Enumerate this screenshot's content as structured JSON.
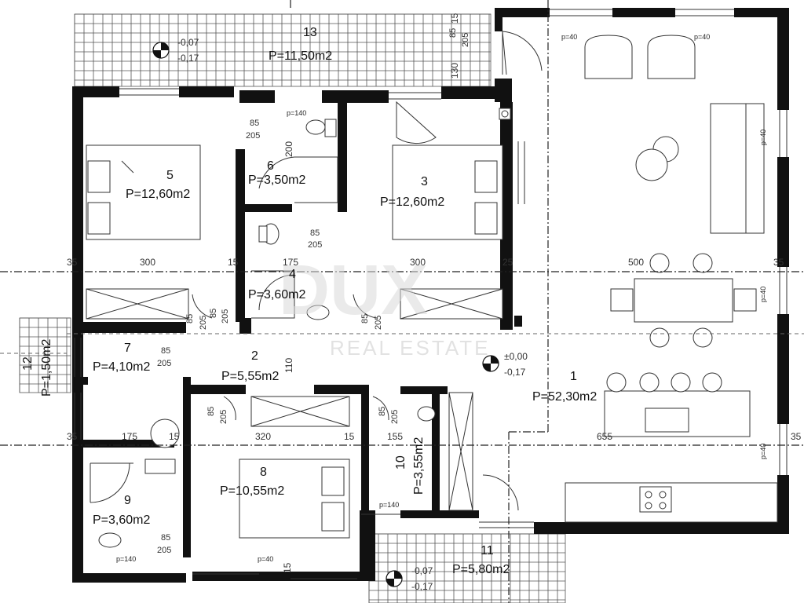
{
  "rooms": [
    {
      "id": "1",
      "area": "P=52,30m2"
    },
    {
      "id": "2",
      "area": "P=5,55m2"
    },
    {
      "id": "3",
      "area": "P=12,60m2"
    },
    {
      "id": "4",
      "area": "P=3,60m2"
    },
    {
      "id": "5",
      "area": "P=12,60m2"
    },
    {
      "id": "6",
      "area": "P=3,50m2"
    },
    {
      "id": "7",
      "area": "P=4,10m2"
    },
    {
      "id": "8",
      "area": "P=10,55m2"
    },
    {
      "id": "9",
      "area": "P=3,60m2"
    },
    {
      "id": "10",
      "area": "P=3,55m2"
    },
    {
      "id": "11",
      "area": "P=5,80m2"
    },
    {
      "id": "12",
      "area": "P=1,50m2"
    },
    {
      "id": "13",
      "area": "P=11,50m2"
    }
  ],
  "levels": {
    "main_top": "±0,00",
    "main_bottom": "-0,17",
    "terrace13_top": "-0,07",
    "terrace13_bottom": "-0,17",
    "terrace11_top": "-0,07",
    "terrace11_bottom": "-0,17"
  },
  "dimensions": {
    "d300a": "300",
    "d300b": "300",
    "d500": "500",
    "d320": "320",
    "d175a": "175",
    "d175b": "175",
    "d655": "655",
    "d155": "155",
    "d200": "200",
    "d110": "110",
    "d35a": "35",
    "d35b": "35",
    "d35c": "35",
    "d35d": "35",
    "d15a": "15",
    "d15b": "15",
    "d15c": "15",
    "d15d": "15",
    "d15e": "15",
    "d25": "25",
    "d130": "130"
  },
  "door_heights": {
    "a_w": "85",
    "a_h": "205",
    "b_w": "85",
    "b_h": "205",
    "c_w": "85",
    "c_h": "205",
    "d_w": "85",
    "d_h": "205",
    "e_w": "85",
    "e_h": "205",
    "f_w": "85",
    "f_h": "205",
    "g_w": "85",
    "g_h": "205",
    "h_w": "85",
    "h_h": "205",
    "i_w": "85",
    "i_h": "205",
    "j_w": "85",
    "j_h": "205"
  },
  "parapets": {
    "p1": "p=40",
    "p2": "p=40",
    "p3": "p=40",
    "p4": "p=40",
    "p5": "p=40",
    "p6": "p=140",
    "p7": "p=140",
    "p8": "p=140",
    "p9": "p=40"
  },
  "watermark": {
    "logo": "DUX",
    "tagline": "REAL ESTATE"
  }
}
